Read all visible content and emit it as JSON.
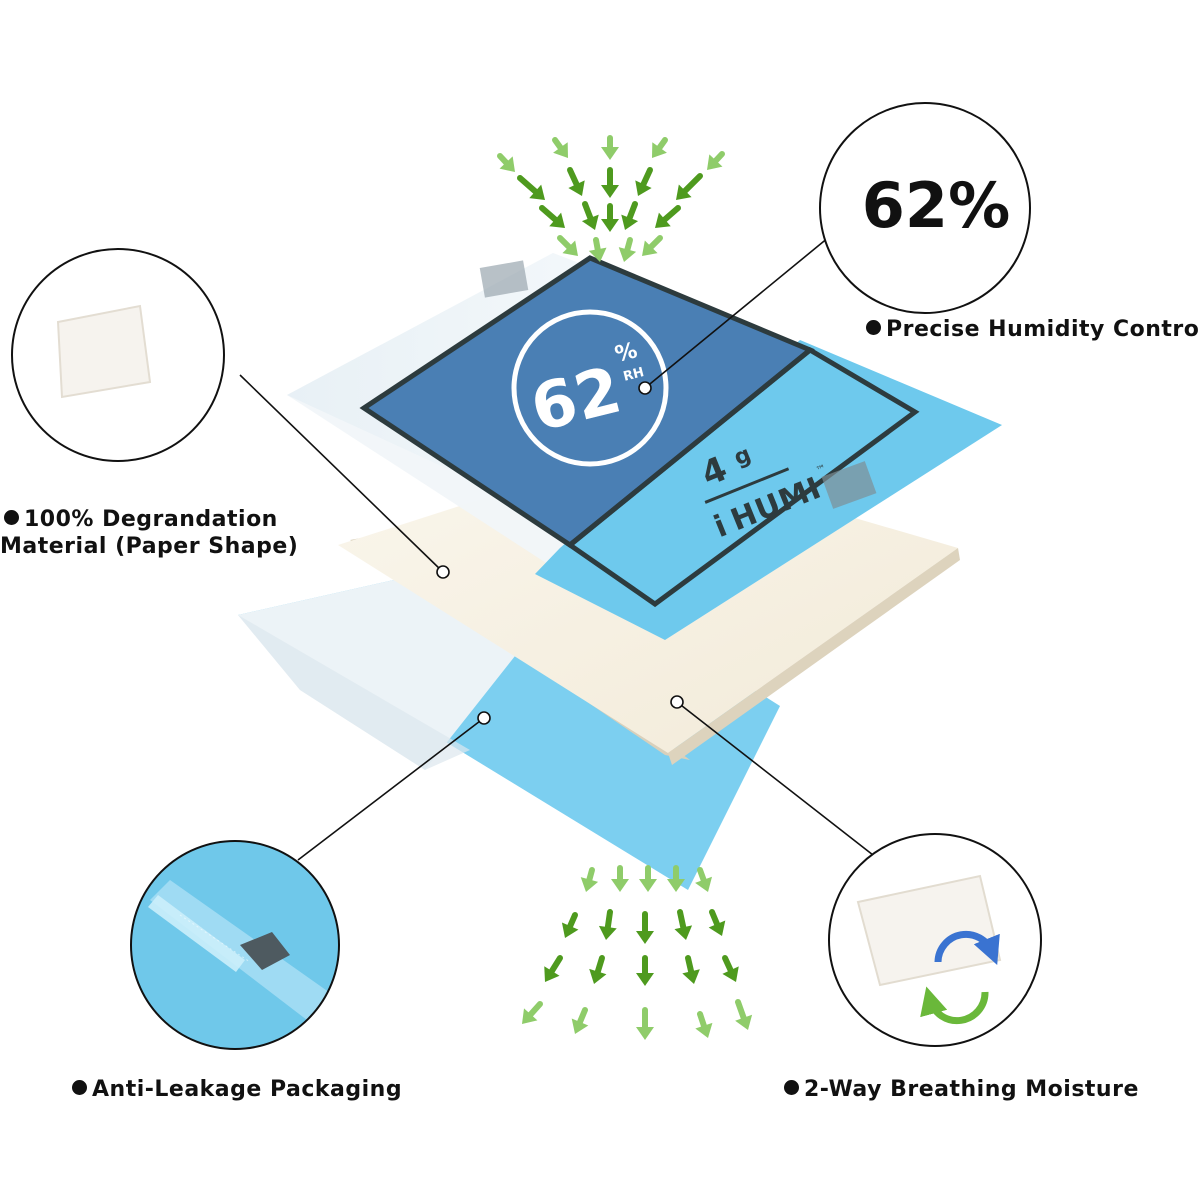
{
  "product": {
    "rh_value": "62",
    "rh_percent": "%",
    "rh_unit": "RH",
    "weight_value": "4",
    "weight_unit": "g",
    "brand_i": "i",
    "brand_name": "HUMI",
    "brand_tm": "™"
  },
  "callouts": {
    "humidity": {
      "value": "62%",
      "label": "Precise Humidity Control"
    },
    "material": {
      "line1": "100% Degrandation",
      "line2": "Material (Paper Shape)"
    },
    "packaging": {
      "label": "Anti-Leakage Packaging"
    },
    "breathing": {
      "label": "2-Way Breathing Moisture"
    }
  },
  "colors": {
    "blue_print": "#4a7fb4",
    "aqua": "#6cc8ec",
    "arrow_dark": "#4e9a1e",
    "arrow_light": "#8fcc6a",
    "outline": "#2d3b3e",
    "cycle_blue": "#3a73d1",
    "cycle_green": "#6ab83a"
  }
}
